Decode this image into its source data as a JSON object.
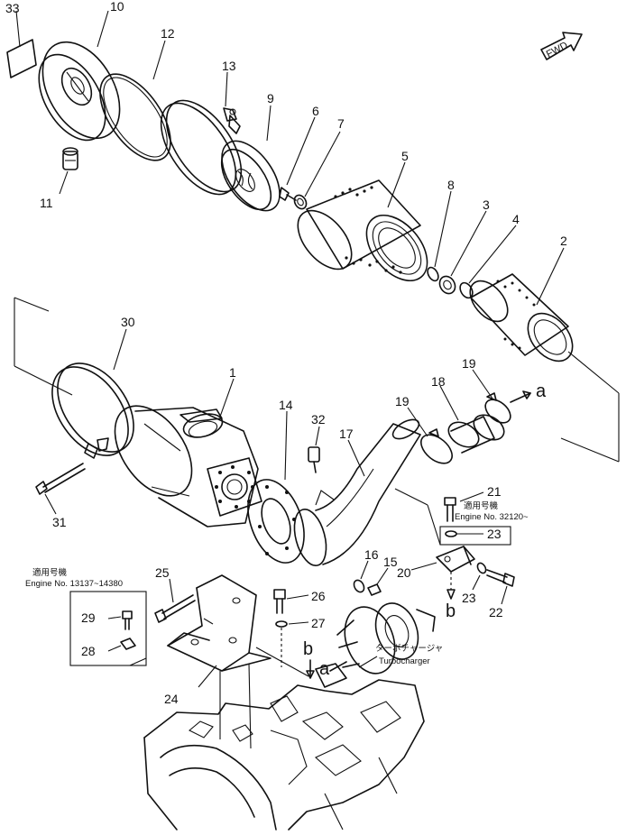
{
  "fwd_label": "FWD",
  "callouts": [
    {
      "id": "c33",
      "label": "33"
    },
    {
      "id": "c10",
      "label": "10"
    },
    {
      "id": "c12",
      "label": "12"
    },
    {
      "id": "c13",
      "label": "13"
    },
    {
      "id": "c11",
      "label": "11"
    },
    {
      "id": "c9",
      "label": "9"
    },
    {
      "id": "c6",
      "label": "6"
    },
    {
      "id": "c7",
      "label": "7"
    },
    {
      "id": "c5",
      "label": "5"
    },
    {
      "id": "c8",
      "label": "8"
    },
    {
      "id": "c3",
      "label": "3"
    },
    {
      "id": "c4",
      "label": "4"
    },
    {
      "id": "c2",
      "label": "2"
    },
    {
      "id": "c30",
      "label": "30"
    },
    {
      "id": "c1",
      "label": "1"
    },
    {
      "id": "c14",
      "label": "14"
    },
    {
      "id": "c32",
      "label": "32"
    },
    {
      "id": "c17",
      "label": "17"
    },
    {
      "id": "c19a",
      "label": "19"
    },
    {
      "id": "c18",
      "label": "18"
    },
    {
      "id": "c19b",
      "label": "19"
    },
    {
      "id": "c31",
      "label": "31"
    },
    {
      "id": "c21",
      "label": "21"
    },
    {
      "id": "c23a",
      "label": "23"
    },
    {
      "id": "c25",
      "label": "25"
    },
    {
      "id": "c16",
      "label": "16"
    },
    {
      "id": "c15",
      "label": "15"
    },
    {
      "id": "c20",
      "label": "20"
    },
    {
      "id": "c23b",
      "label": "23"
    },
    {
      "id": "c22",
      "label": "22"
    },
    {
      "id": "c26",
      "label": "26"
    },
    {
      "id": "c27",
      "label": "27"
    },
    {
      "id": "c29",
      "label": "29"
    },
    {
      "id": "c28",
      "label": "28"
    },
    {
      "id": "c24",
      "label": "24"
    }
  ],
  "markers": {
    "a1": "a",
    "b1": "b",
    "b2": "b",
    "a2": "a"
  },
  "notes": {
    "left_jp": "適用号機",
    "left_en": "Engine  No. 13137~14380",
    "right_jp": "適用号機",
    "right_en": "Engine  No. 32120~",
    "turbo_jp": "ターボチャージャ",
    "turbo_en": "Turbocharger"
  }
}
